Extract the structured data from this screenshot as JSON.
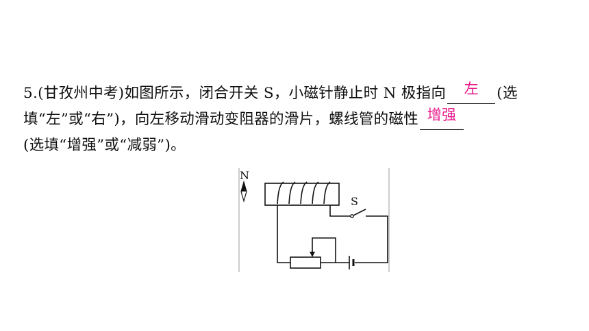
{
  "question": {
    "line1_prefix": "5.(甘孜州中考)如图所示，闭合开关 S，小磁针静止时 N 极指向",
    "blank1_answer": "左",
    "line1_suffix": "(选",
    "line2_prefix": "填“左”或“右”)，向左移动滑动变阻器的滑片，螺线管的磁性",
    "blank2_answer": "增强",
    "line3": "(选填“增强”或“减弱”)。"
  },
  "figure": {
    "needle_label": "N",
    "switch_label": "S"
  },
  "colors": {
    "answer": "#e8178a",
    "text": "#111111"
  }
}
